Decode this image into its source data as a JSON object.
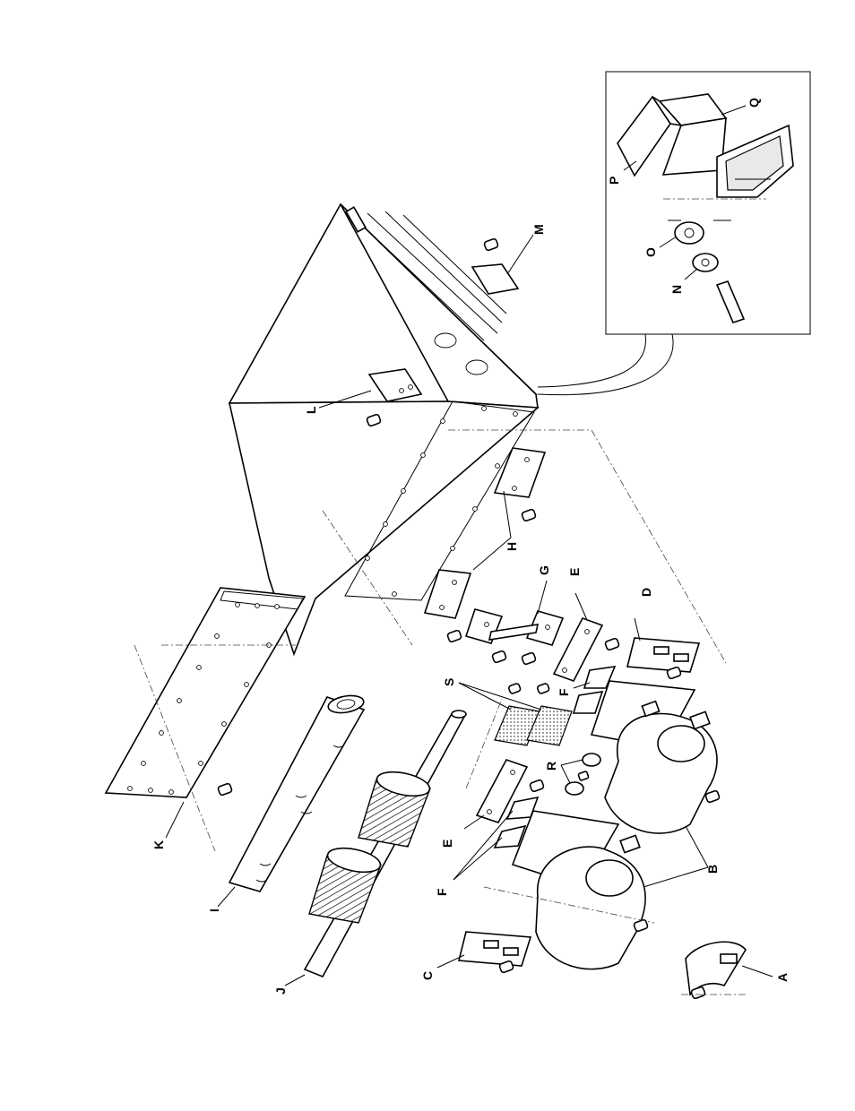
{
  "diagram": {
    "part_labels": {
      "A": "A",
      "B": "B",
      "C": "C",
      "D": "D",
      "E1": "E",
      "E2": "E",
      "F1": "F",
      "F2": "F",
      "G": "G",
      "H": "H",
      "I": "I",
      "J": "J",
      "K": "K",
      "L": "L",
      "M": "M",
      "N": "N",
      "O": "O",
      "P": "P",
      "Q": "Q",
      "R": "R",
      "S": "S"
    }
  }
}
